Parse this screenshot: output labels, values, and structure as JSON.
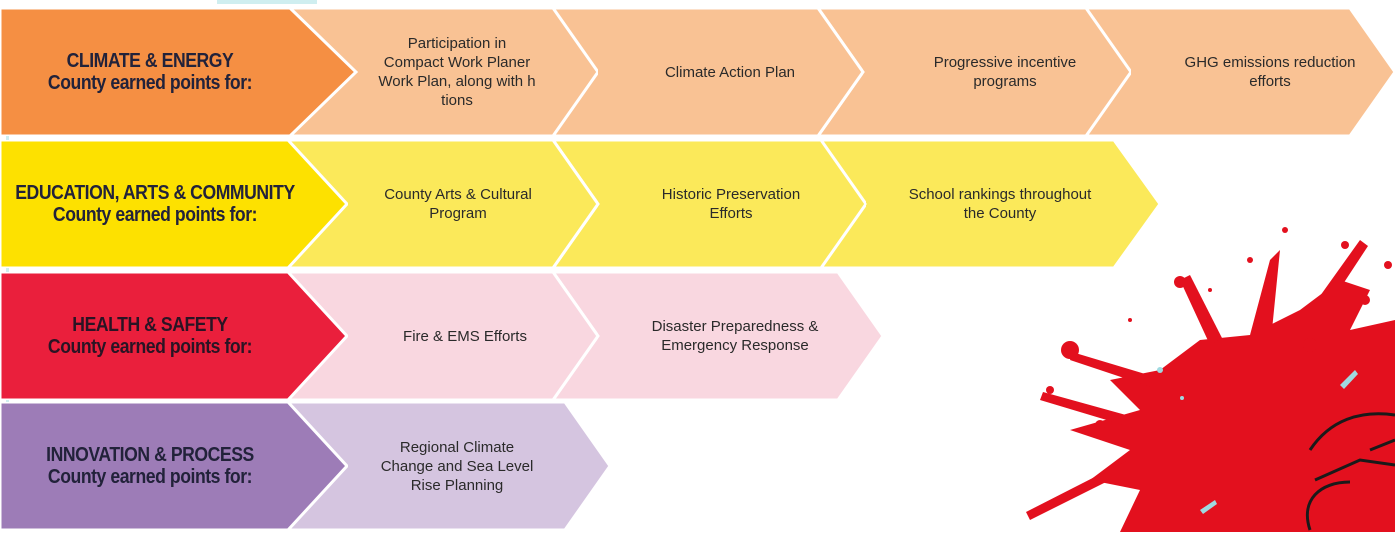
{
  "colors": {
    "climate": {
      "head": "#f58f43",
      "item": "#f9c294"
    },
    "education": {
      "head": "#fde100",
      "item": "#fbe95a"
    },
    "health": {
      "head": "#ea1f3c",
      "item": "#f9d7e0"
    },
    "innovation": {
      "head": "#9d7cb7",
      "item": "#d5c5e0"
    }
  },
  "rows": [
    {
      "category": {
        "title": "CLIMATE & ENERGY",
        "subtitle": "County earned points for:"
      },
      "items": [
        "Participation in Compact Work Planer Work Plan, along with h tions",
        "Climate Action Plan",
        "Progressive incentive programs",
        "GHG emissions reduction efforts"
      ]
    },
    {
      "category": {
        "title": "EDUCATION, ARTS & COMMUNITY",
        "subtitle": "County earned points for:"
      },
      "items": [
        "County Arts & Cultural Program",
        "Historic Preservation Efforts",
        "School rankings throughout the County"
      ]
    },
    {
      "category": {
        "title": "HEALTH & SAFETY",
        "subtitle": "County earned points for:"
      },
      "items": [
        "Fire & EMS Efforts",
        "Disaster Preparedness & Emergency Response"
      ]
    },
    {
      "category": {
        "title": "INNOVATION & PROCESS",
        "subtitle": "County earned points for:"
      },
      "items": [
        "Regional Climate Change and Sea Level Rise Planning"
      ]
    }
  ],
  "decoration": {
    "splatter": "red-paint-splatter-icon"
  }
}
